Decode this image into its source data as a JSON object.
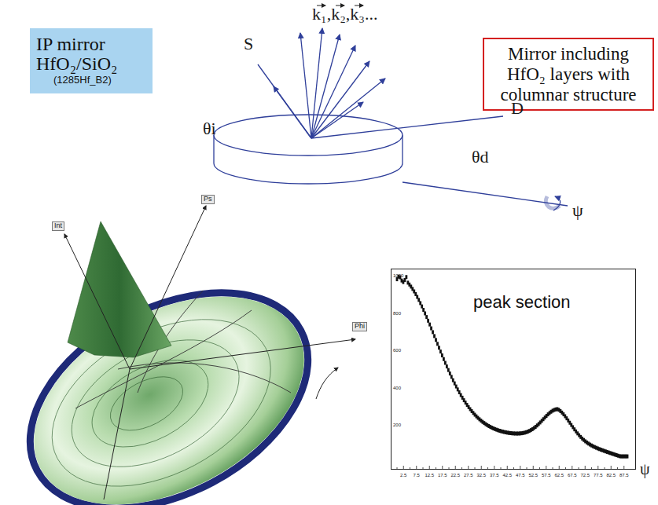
{
  "diagram": {
    "nodes": [
      {
        "text": [
          "IP mirror HfO₂/SiO₂",
          "(1285Hf_B2)"
        ]
      },
      {
        "text": [
          "Mirror including HfO₂ layers with columnar structure"
        ]
      },
      {
        "text": [
          "peak section"
        ]
      }
    ],
    "labels": [
      "S",
      "k₁,k₂,k₃...",
      "θi",
      "D",
      "θd",
      "ψ",
      "Int",
      "Ps",
      "Phi",
      "1000",
      "800",
      "600",
      "400",
      "200",
      "2.5",
      "7.5",
      "12.5",
      "17.5",
      "22.5",
      "27.5",
      "32.5",
      "37.5",
      "42.5",
      "47.5",
      "52.5",
      "57.5",
      "62.5",
      "67.5",
      "72.5",
      "77.5",
      "82.5",
      "87.5",
      "ψ"
    ]
  }
}
